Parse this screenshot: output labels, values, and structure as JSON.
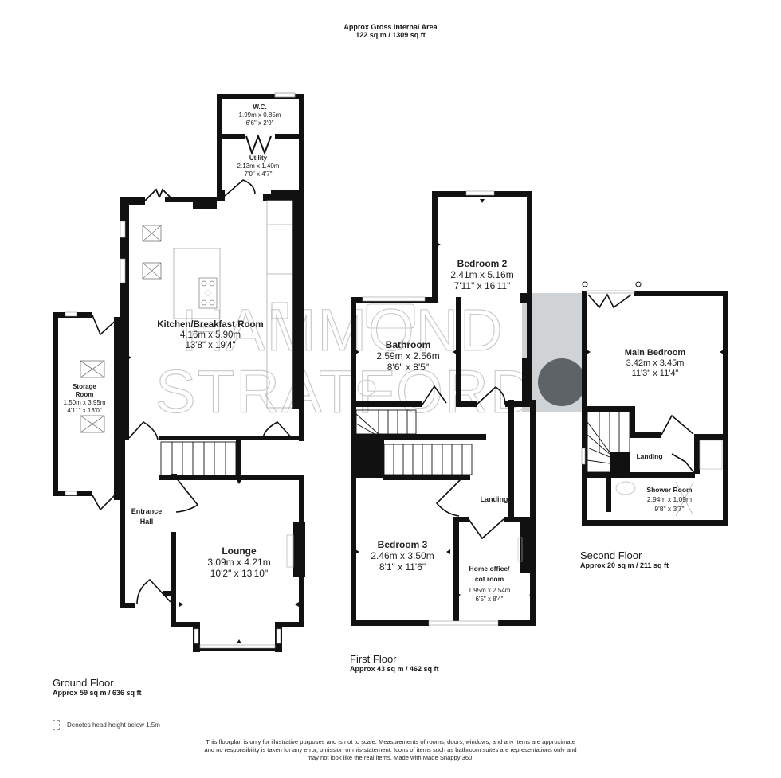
{
  "header": {
    "title": "Approx Gross Internal Area",
    "area": "122 sq m / 1309 sq ft"
  },
  "watermark": {
    "line1": "HAMMOND",
    "line2": "STRATFORD",
    "mark": "&"
  },
  "colors": {
    "wall": "#111111",
    "fixture": "#999999",
    "watermark": "#c8c8c8",
    "watermark_block": "#cfd3d6"
  },
  "floors": {
    "ground": {
      "title": "Ground Floor",
      "area": "Approx 59 sq m / 636 sq ft",
      "rooms": {
        "wc": {
          "name": "W.C.",
          "metric": "1.99m x 0.85m",
          "imperial": "6'6\" x 2'9\""
        },
        "utility": {
          "name": "Utility",
          "metric": "2.13m x 1.40m",
          "imperial": "7'0\" x 4'7\""
        },
        "kitchen": {
          "name": "Kitchen/Breakfast Room",
          "metric": "4.16m x 5.90m",
          "imperial": "13'8\" x 19'4\""
        },
        "storage": {
          "name_line1": "Storage",
          "name_line2": "Room",
          "metric": "1.50m x 3.95m",
          "imperial": "4'11\" x 13'0\""
        },
        "entrance": {
          "name_line1": "Entrance",
          "name_line2": "Hall"
        },
        "lounge": {
          "name": "Lounge",
          "metric": "3.09m x 4.21m",
          "imperial": "10'2\" x 13'10\""
        }
      }
    },
    "first": {
      "title": "First Floor",
      "area": "Approx 43 sq m / 462 sq ft",
      "rooms": {
        "bedroom2": {
          "name": "Bedroom 2",
          "metric": "2.41m x 5.16m",
          "imperial": "7'11\" x 16'11\""
        },
        "bathroom": {
          "name": "Bathroom",
          "metric": "2.59m x 2.56m",
          "imperial": "8'6\" x 8'5\""
        },
        "landing": {
          "name": "Landing"
        },
        "bedroom3": {
          "name": "Bedroom 3",
          "metric": "2.46m x 3.50m",
          "imperial": "8'1\" x 11'6\""
        },
        "office": {
          "name_line1": "Home office/",
          "name_line2": "cot room",
          "metric": "1.95m x 2.54m",
          "imperial": "6'5\" x 8'4\""
        }
      }
    },
    "second": {
      "title": "Second Floor",
      "area": "Approx 20 sq m / 211 sq ft",
      "rooms": {
        "main": {
          "name": "Main Bedroom",
          "metric": "3.42m x 3.45m",
          "imperial": "11'3\" x 11'4\""
        },
        "landing": {
          "name": "Landing"
        },
        "shower": {
          "name": "Shower Room",
          "metric": "2.94m x 1.09m",
          "imperial": "9'8\" x 3'7\""
        }
      }
    }
  },
  "legend": {
    "text": "Denotes head height below 1.5m"
  },
  "disclaimer": {
    "line1": "This floorplan is only for illustrative purposes and is not to scale. Measurements of rooms, doors, windows, and any items are approximate",
    "line2": "and no responsibility is taken for any error, omission or mis-statement. Icons of items such as bathroom suites are representations only and",
    "line3": "may not look like the real items. Made with Made Snappy 360."
  }
}
